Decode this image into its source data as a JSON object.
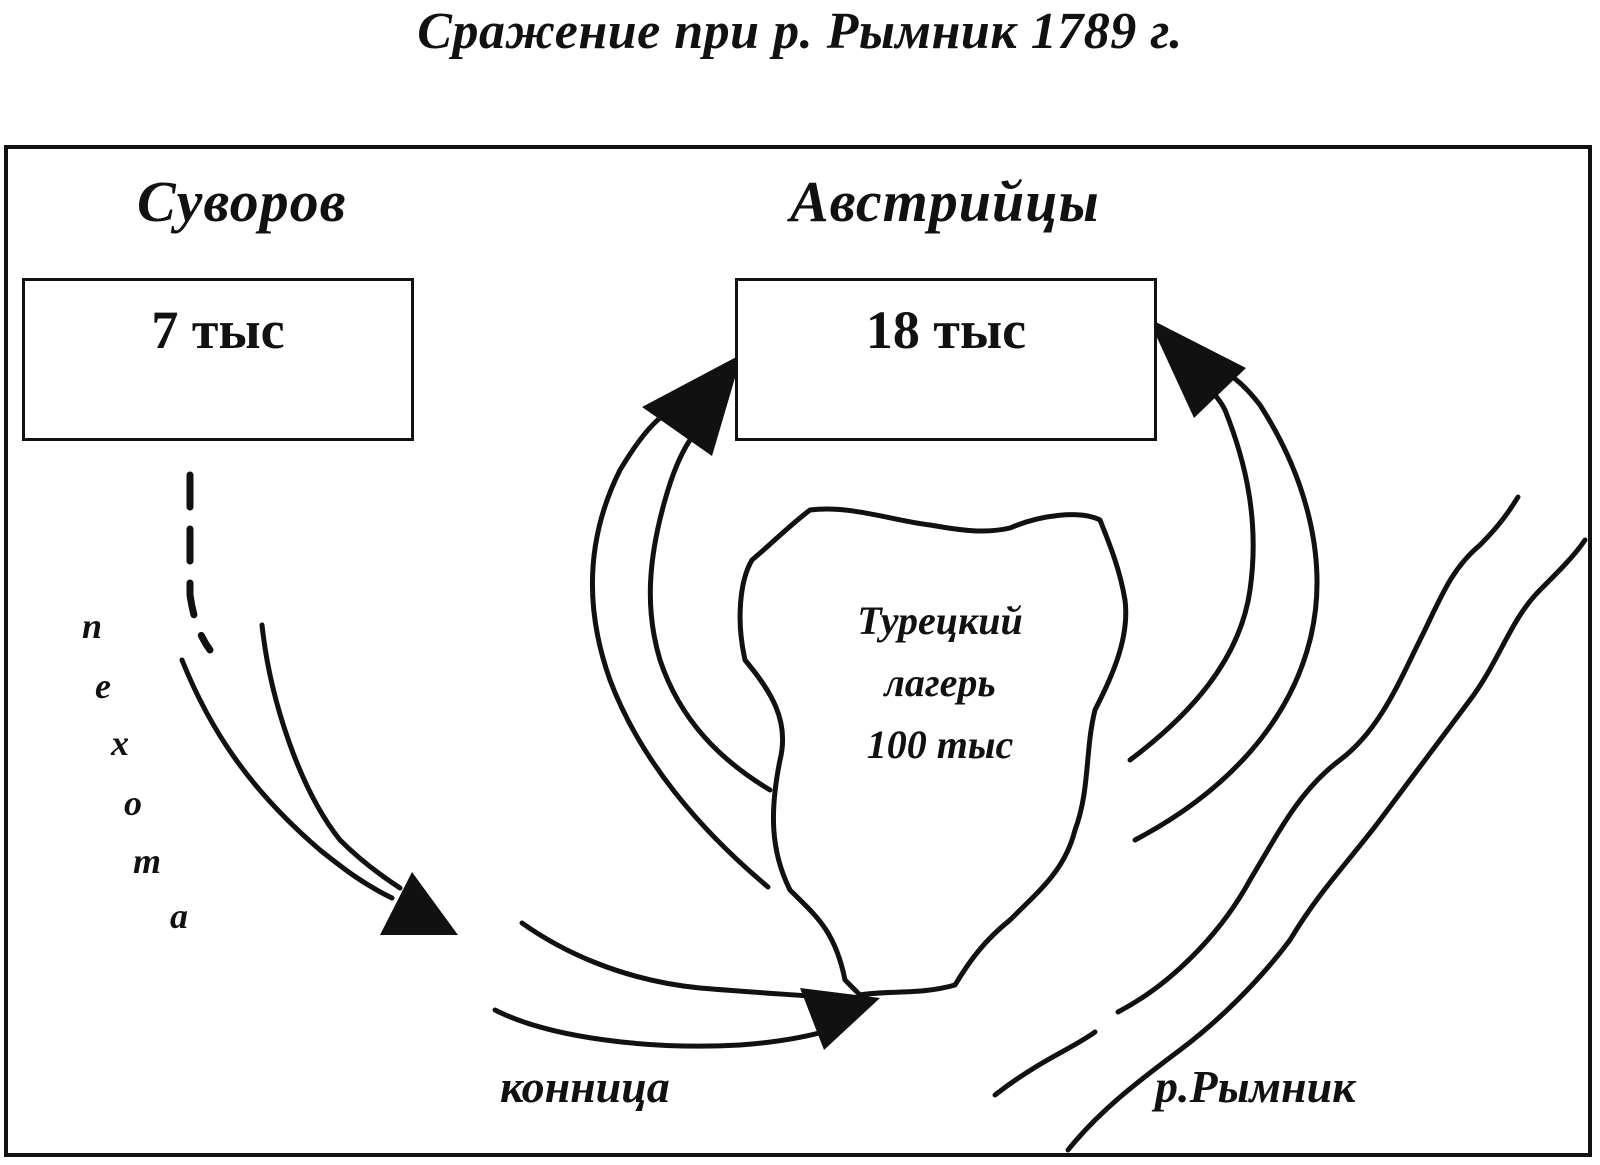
{
  "title": "Сражение при р. Рымник 1789 г.",
  "forces": {
    "suvorov": {
      "label": "Суворов",
      "count": "7 тыс"
    },
    "austrians": {
      "label": "Австрийцы",
      "count": "18 тыс"
    }
  },
  "camp": {
    "line1": "Турецкий",
    "line2": "лагерь",
    "line3": "100 тыс"
  },
  "infantry": {
    "letters": [
      "п",
      "е",
      "х",
      "о",
      "т",
      "а"
    ]
  },
  "cavalry": "конница",
  "river": "р.Рымник"
}
